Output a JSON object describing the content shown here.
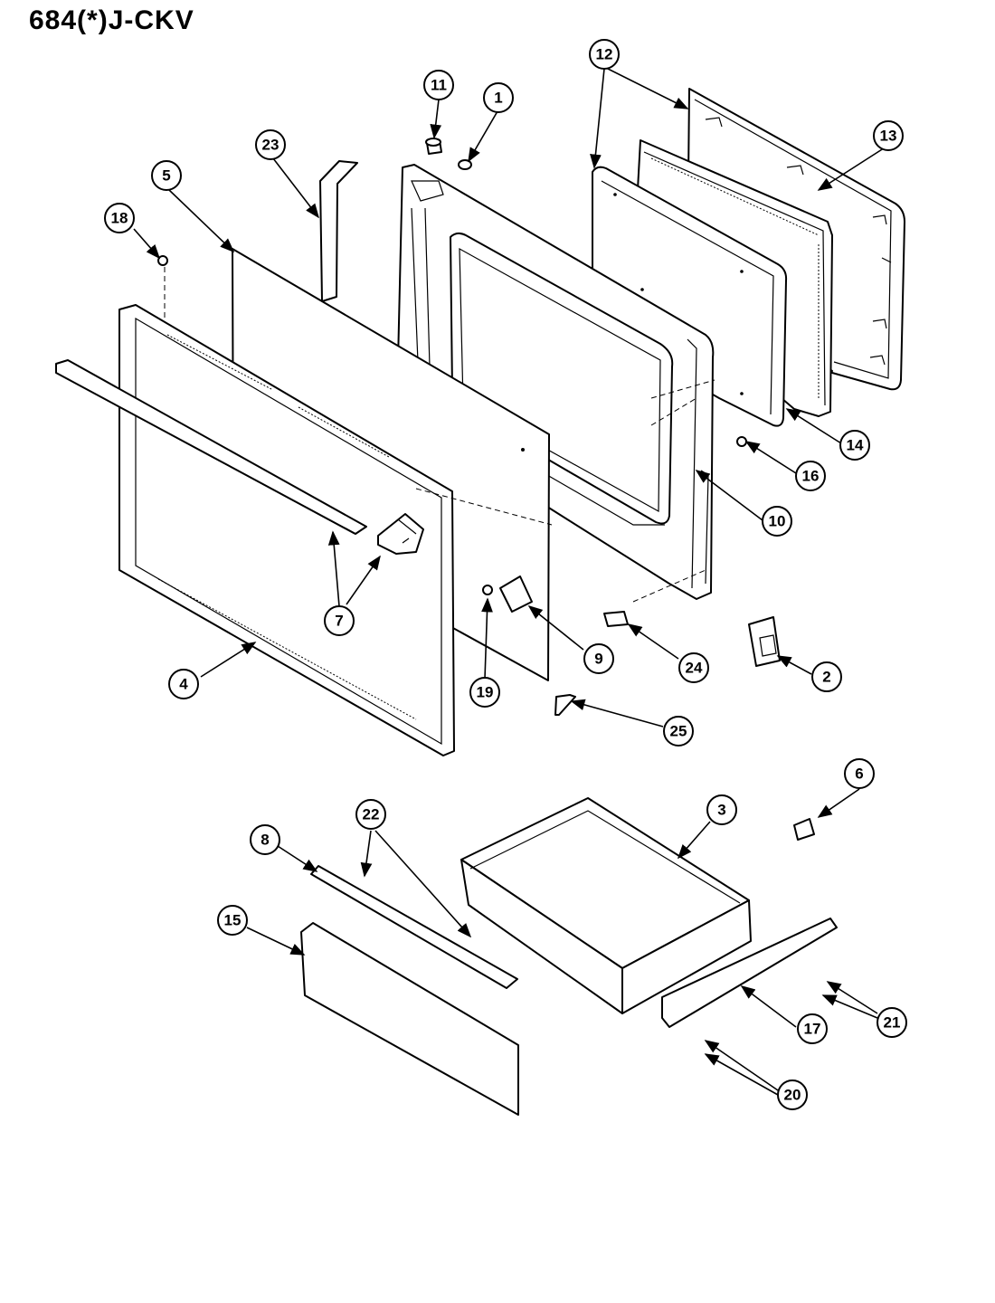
{
  "title": "684(*)J-CKV",
  "callouts": [
    "1",
    "2",
    "3",
    "4",
    "5",
    "6",
    "7",
    "8",
    "9",
    "10",
    "11",
    "12",
    "13",
    "14",
    "15",
    "16",
    "17",
    "18",
    "19",
    "20",
    "21",
    "22",
    "23",
    "24",
    "25"
  ]
}
